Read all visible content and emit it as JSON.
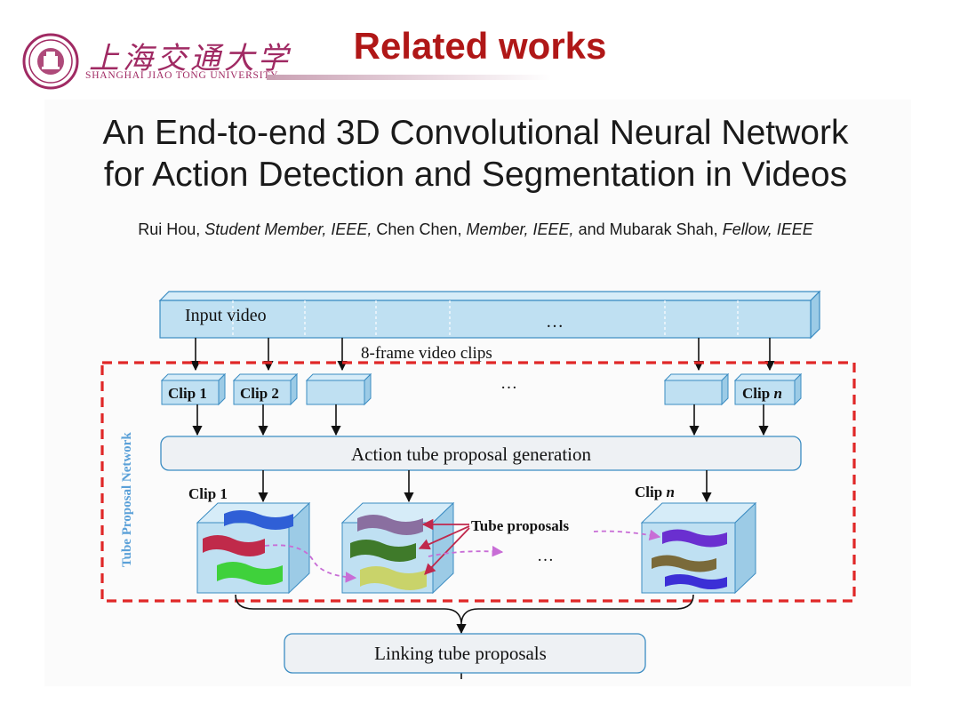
{
  "header": {
    "university_cn": "上海交通大学",
    "university_en": "Shanghai Jiao Tong University",
    "logo_icon": "sjtu-seal-logo",
    "brand_color": "#a02a63"
  },
  "slide": {
    "title": "Related works",
    "title_color": "#b01717"
  },
  "paper": {
    "title_line1": "An End-to-end 3D Convolutional Neural Network",
    "title_line2": "for Action Detection and Segmentation in Videos",
    "authors": [
      {
        "name": "Rui Hou,",
        "role": "Student Member, IEEE,"
      },
      {
        "name": "Chen Chen,",
        "role": "Member, IEEE,"
      },
      {
        "name": "and Mubarak Shah,",
        "role": "Fellow, IEEE"
      }
    ]
  },
  "diagram": {
    "input_video_label": "Input video",
    "ellipsis": "…",
    "clips_label": "8-frame video clips",
    "network_label": "Tube Proposal Network",
    "clip1": "Clip 1",
    "clip2": "Clip 2",
    "clip_n_prefix": "Clip",
    "clip_n_var": "n",
    "generation_label": "Action tube proposal generation",
    "tube_proposals_label": "Tube proposals",
    "linking_label": "Linking tube proposals",
    "colors": {
      "box_fill": "#bfe0f2",
      "box_stroke": "#3b8cc2",
      "dashed_frame": "#e02727",
      "network_label": "#5aa0d8",
      "link_arrow": "#c0284c",
      "flow_arrow": "#c86dd6"
    }
  }
}
